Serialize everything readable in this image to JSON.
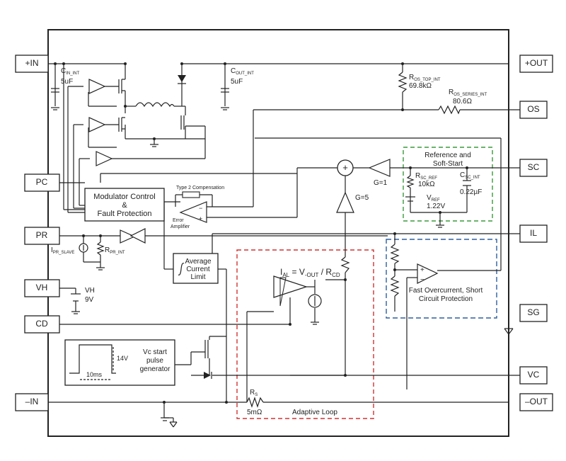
{
  "colors": {
    "line": "#222222",
    "reference_box": "#3a9a3a",
    "overcurrent_box": "#2e5f9e",
    "adaptive_box": "#d23232",
    "amp_fill": "#ffffff"
  },
  "pins": {
    "in_plus": "+IN",
    "out_plus": "+OUT",
    "os": "OS",
    "pc": "PC",
    "sc": "SC",
    "pr": "PR",
    "il": "IL",
    "vh": "VH",
    "cd": "CD",
    "sg": "SG",
    "vc": "VC",
    "in_minus": "–IN",
    "out_minus": "–OUT"
  },
  "components": {
    "cin_name": "C",
    "cin_sub": "IN_INT",
    "cin_val": "5uF",
    "cout_name": "C",
    "cout_sub": "OUT_INT",
    "cout_val": "5uF",
    "ros_top_name": "R",
    "ros_top_sub": "OS_TOP_INT",
    "ros_top_val": "69.8kΩ",
    "ros_series_name": "R",
    "ros_series_sub": "OS_SERIES_INT",
    "ros_series_val": "80.6Ω",
    "rsc_ref_name": "R",
    "rsc_ref_sub": "SC_REF",
    "rsc_ref_val": "10kΩ",
    "csc_int_name": "C",
    "csc_int_sub": "SC_INT",
    "csc_int_val": "0.22µF",
    "vref_name": "V",
    "vref_sub": "REF",
    "vref_val": "1.22V",
    "ipr_slave_name": "I",
    "ipr_slave_sub": "PR_SLAVE",
    "rpr_int_name": "R",
    "rpr_int_sub": "PR_INT",
    "vh_name": "VH",
    "vh_val": "9V",
    "rs_name": "R",
    "rs_sub": "S",
    "rs_val": "5mΩ"
  },
  "blocks": {
    "modulator_line1": "Modulator Control",
    "modulator_line2": "&",
    "modulator_line3": "Fault Protection",
    "avg_line1": "Average",
    "avg_line2": "Current",
    "avg_line3": "Limit",
    "type2": "Type 2 Compensation",
    "error_amp_line1": "Error",
    "error_amp_line2": "Amplifier",
    "ref_line1": "Reference and",
    "ref_line2": "Soft-Start",
    "fast_oc_line1": "Fast Overcurrent, Short",
    "fast_oc_line2": "Circuit Protection",
    "adaptive": "Adaptive Loop",
    "gain_g1": "G=1",
    "gain_g5": "G=5",
    "ial_main": "I",
    "ial_sub": "AL",
    "ial_eq": " = V",
    "ial_vout_sub": "-OUT",
    "ial_div": " / R",
    "ial_rcd_sub": "CD",
    "pulse_14v": "14V",
    "pulse_10ms": "10ms",
    "vc_gen_line1": "Vc start",
    "vc_gen_line2": "pulse",
    "vc_gen_line3": "generator",
    "plus_sign": "+",
    "minus_sign": "−"
  }
}
